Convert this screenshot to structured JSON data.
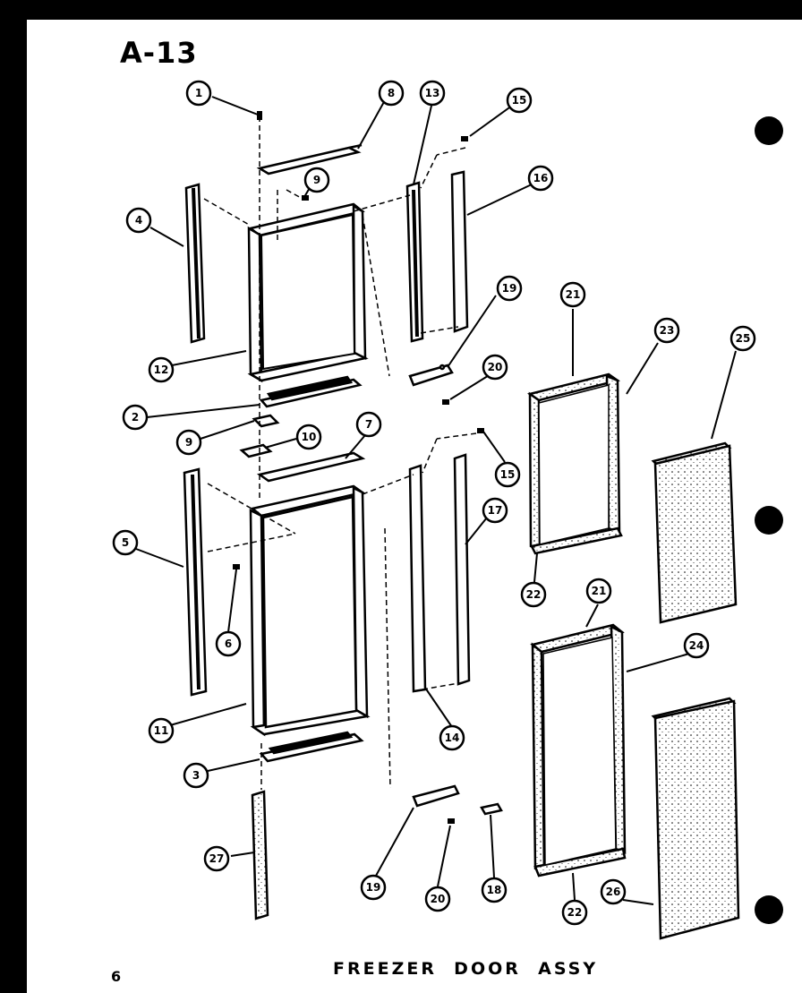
{
  "diagram": {
    "title": "A-13",
    "caption": "FREEZER  DOOR  ASSY",
    "page_number": "6"
  },
  "callouts": [
    "1",
    "8",
    "13",
    "15",
    "9",
    "16",
    "4",
    "19",
    "21",
    "23",
    "25",
    "12",
    "20",
    "2",
    "7",
    "9",
    "10",
    "15",
    "17",
    "5",
    "22",
    "21",
    "6",
    "24",
    "11",
    "14",
    "3",
    "27",
    "19",
    "20",
    "18",
    "22",
    "26"
  ],
  "colors": {
    "ink": "#000000",
    "paper": "#ffffff",
    "background": "#000000"
  }
}
